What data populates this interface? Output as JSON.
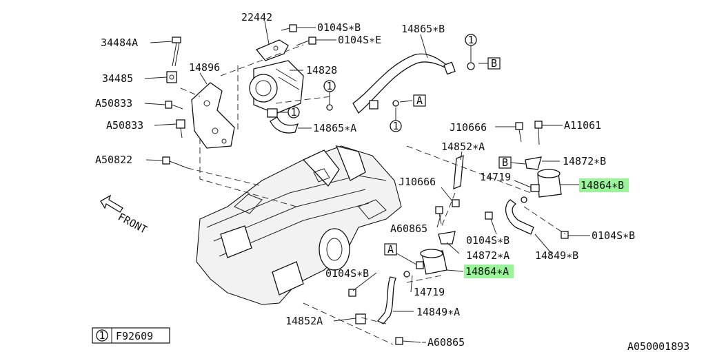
{
  "labels": {
    "p22442": "22442",
    "p0104SB_top": "0104S∗B",
    "p0104SE": "0104S∗E",
    "p14865B": "14865∗B",
    "p34484A": "34484A",
    "p14896": "14896",
    "p14828": "14828",
    "p34485": "34485",
    "pA50833a": "A50833",
    "pA50833b": "A50833",
    "p14865A": "14865∗A",
    "pJ10666a": "J10666",
    "pA11061": "A11061",
    "p14852A_top": "14852∗A",
    "pA50822": "A50822",
    "p14872B": "14872∗B",
    "p14719a": "14719",
    "p14864B": "14864∗B",
    "pJ10666b": "J10666",
    "pA60865a": "A60865",
    "p0104SB_right": "0104S∗B",
    "p0104SB_mid": "0104S∗B",
    "p14849B": "14849∗B",
    "p14872A": "14872∗A",
    "p14864A": "14864∗A",
    "p0104SB_low": "0104S∗B",
    "p14719b": "14719",
    "p14849A": "14849∗A",
    "p14852A_bot": "14852A",
    "pA60865b": "A60865",
    "legend_ref": "F92609",
    "legend_num": "1",
    "callout_1": "1",
    "box_A": "A",
    "box_B": "B",
    "front": "FRONT",
    "drawing_id": "A050001893"
  },
  "colors": {
    "highlight": "#9af59a",
    "ink": "#111111"
  }
}
